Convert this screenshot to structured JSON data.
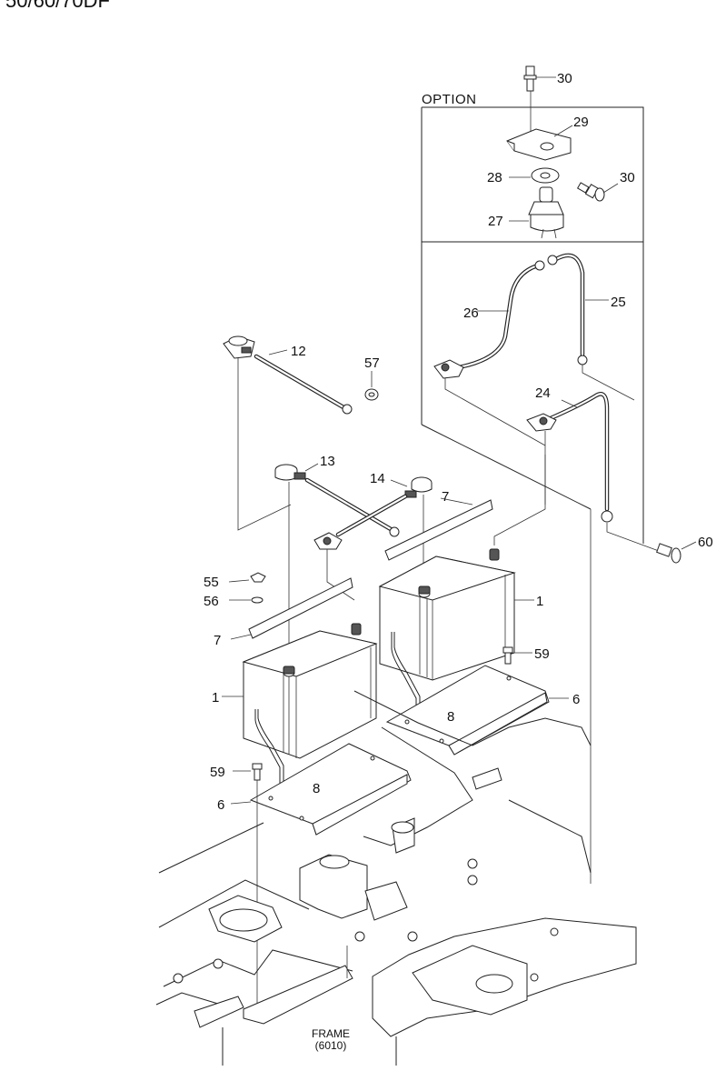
{
  "header": {
    "model_text": "50/60/70DF"
  },
  "option_box": {
    "title": "OPTION"
  },
  "frame_caption": {
    "name": "FRAME",
    "code": "(6010)"
  },
  "callouts": {
    "p30a": "30",
    "p29": "29",
    "p28": "28",
    "p30b": "30",
    "p27": "27",
    "p26": "26",
    "p25": "25",
    "p24": "24",
    "p12": "12",
    "p57": "57",
    "p13": "13",
    "p14": "14",
    "p7a": "7",
    "p7b": "7",
    "p55": "55",
    "p56": "56",
    "p1a": "1",
    "p1b": "1",
    "p59a": "59",
    "p59b": "59",
    "p6a": "6",
    "p6b": "6",
    "p8a": "8",
    "p8b": "8",
    "p60": "60"
  }
}
